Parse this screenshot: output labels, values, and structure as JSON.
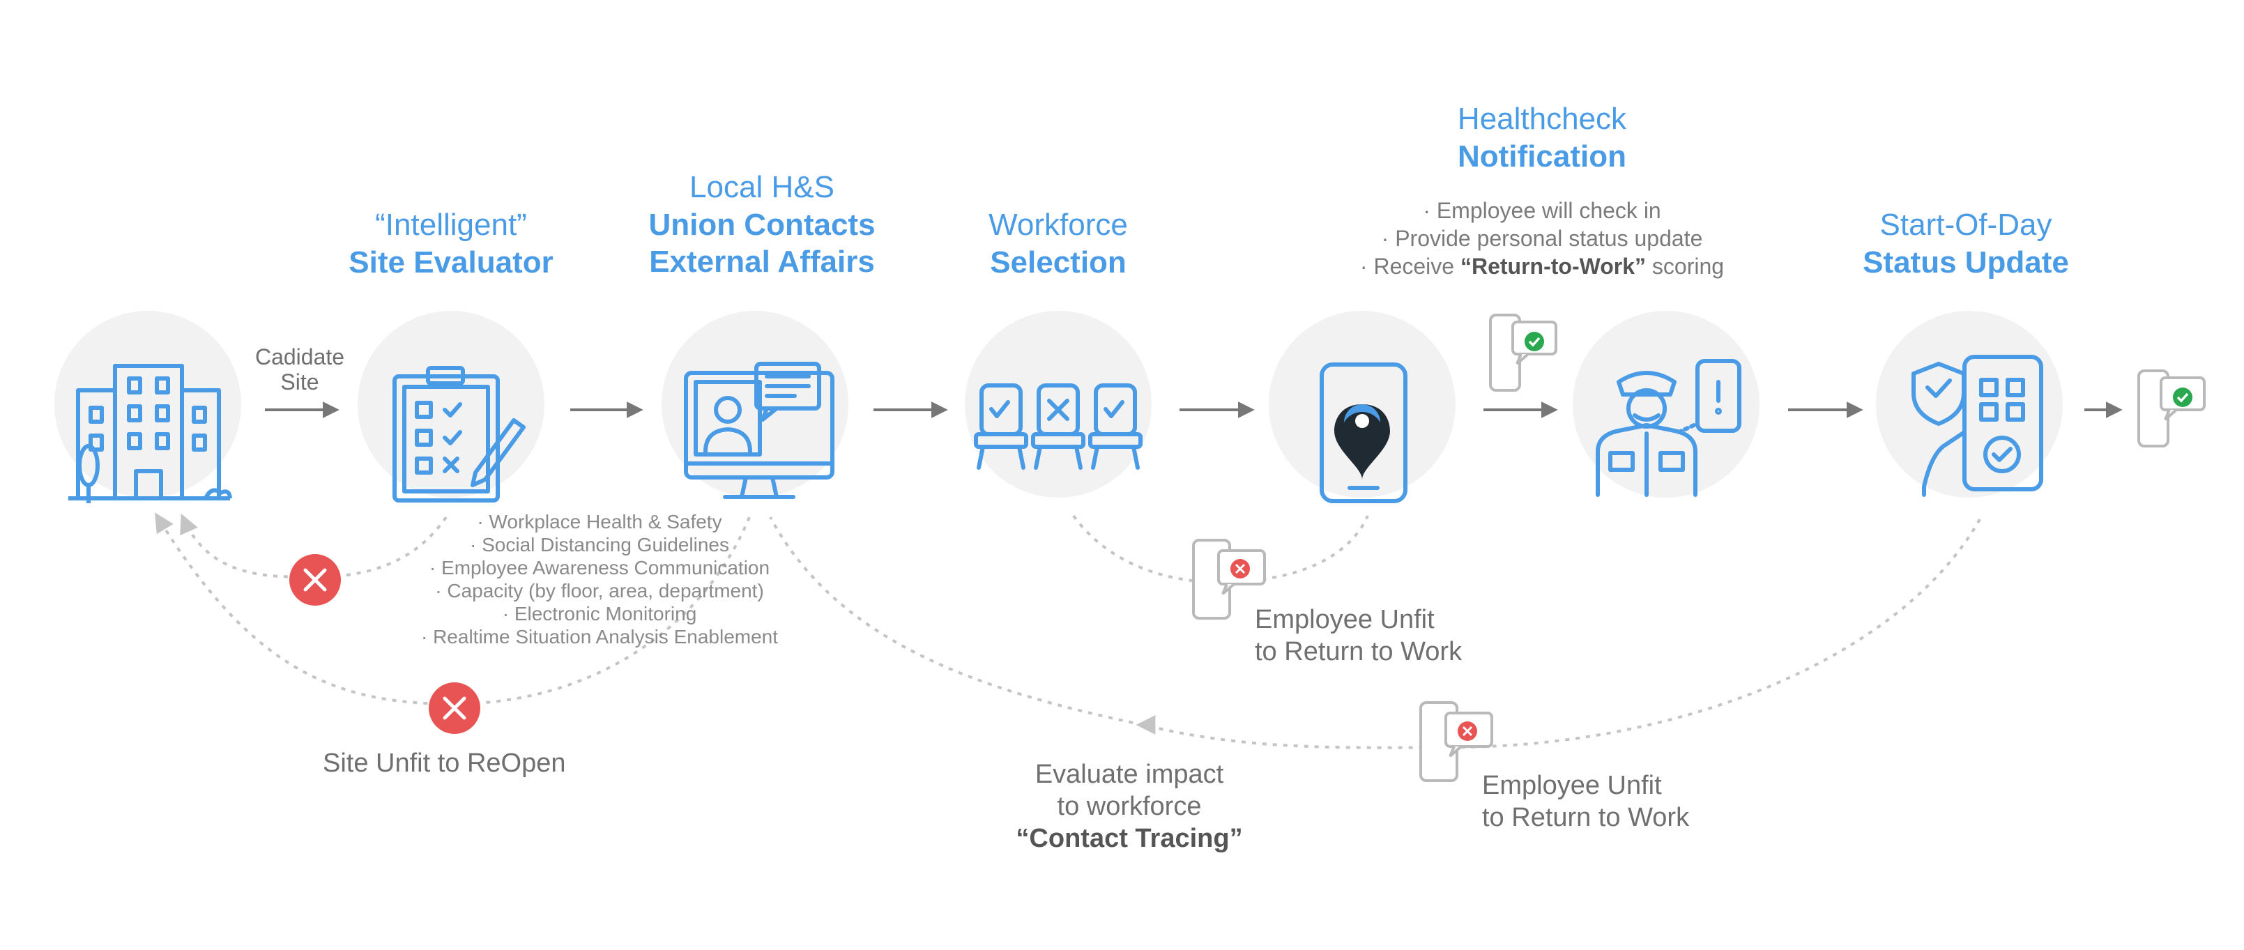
{
  "steps": [
    {
      "line1": "“Intelligent”",
      "line2": "Site Evaluator"
    },
    {
      "line1": "Local H&S",
      "line2": "Union Contacts",
      "line3": "External Affairs"
    },
    {
      "line1": "Workforce",
      "line2": "Selection"
    },
    {
      "line1": "Healthcheck",
      "line2": "Notification"
    },
    {
      "line1": "Start-Of-Day",
      "line2": "Status Update"
    }
  ],
  "arrow_label": {
    "line1": "Cadidate",
    "line2": "Site"
  },
  "evaluator_bullets": [
    "· Workplace Health & Safety",
    "· Social Distancing Guidelines",
    "· Employee Awareness Communication",
    "· Capacity (by floor, area, department)",
    "· Electronic Monitoring",
    "· Realtime Situation Analysis Enablement"
  ],
  "health_bullets": {
    "b1": "· Employee will check in",
    "b2": "· Provide personal status update",
    "b3_prefix": "· Receive ",
    "b3_bold": "“Return-to-Work”",
    "b3_suffix": " scoring"
  },
  "outcomes": {
    "site_unfit": "Site Unfit to ReOpen",
    "employee_unfit_1": {
      "line1": "Employee Unfit",
      "line2": "to Return to Work"
    },
    "employee_unfit_2": {
      "line1": "Employee Unfit",
      "line2": "to Return to Work"
    },
    "evaluate": {
      "line1": "Evaluate impact",
      "line2": "to workforce",
      "line3": "“Contact Tracing”"
    }
  },
  "colors": {
    "accent_blue": "#4a9be6",
    "circle_bg": "#f2f2f2",
    "reject_red": "#e85454",
    "approve_green": "#2aa84f",
    "arrow_gray": "#777777",
    "dashed_gray": "#c4c4c4"
  },
  "icons": [
    "office-building-icon",
    "checklist-clipboard-icon",
    "video-conference-monitor-icon",
    "chairs-selection-icon",
    "phone-app-logo-icon",
    "security-guard-icon",
    "shield-qr-phone-icon",
    "phone-check-icon",
    "phone-reject-icon",
    "reject-circle-icon"
  ]
}
